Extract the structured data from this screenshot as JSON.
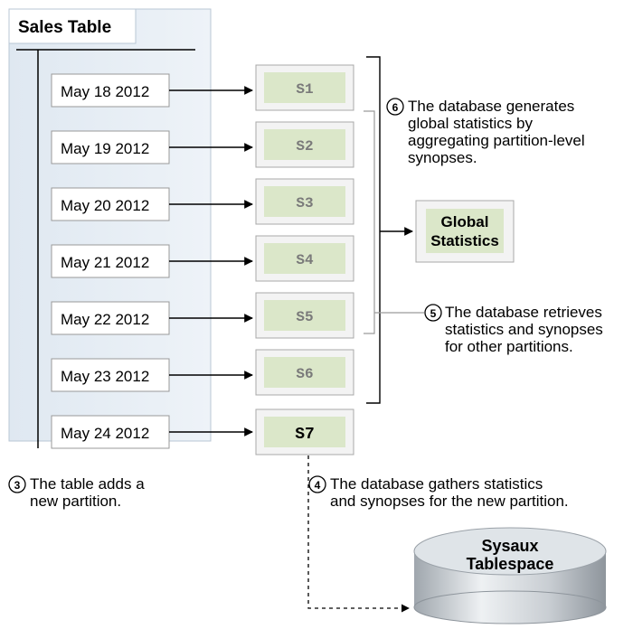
{
  "table": {
    "title": "Sales Table",
    "partitions": [
      "May 18 2012",
      "May 19 2012",
      "May 20 2012",
      "May 21 2012",
      "May 22 2012",
      "May 23 2012",
      "May 24 2012"
    ]
  },
  "synopses": [
    "S1",
    "S2",
    "S3",
    "S4",
    "S5",
    "S6",
    "S7"
  ],
  "global_box": {
    "line1": "Global",
    "line2": "Statistics"
  },
  "storage": {
    "line1": "Sysaux",
    "line2": "Tablespace"
  },
  "notes": {
    "n6": {
      "num": "6",
      "lines": [
        "The database generates",
        "global statistics by",
        "aggregating partition-level",
        "synopses."
      ]
    },
    "n5": {
      "num": "5",
      "lines": [
        "The database retrieves",
        "statistics and synopses",
        "for other partitions."
      ]
    },
    "n3": {
      "num": "3",
      "lines": [
        "The table adds a",
        "new partition."
      ]
    },
    "n4": {
      "num": "4",
      "lines": [
        "The database gathers statistics",
        "and synopses for the new partition."
      ]
    }
  },
  "colors": {
    "panel_fill": "#e4ecf4",
    "panel_border": "#b9c7d5",
    "synopsis_fill": "#dbe7c9",
    "synopsis_text_dim": "#7a7a7a"
  }
}
